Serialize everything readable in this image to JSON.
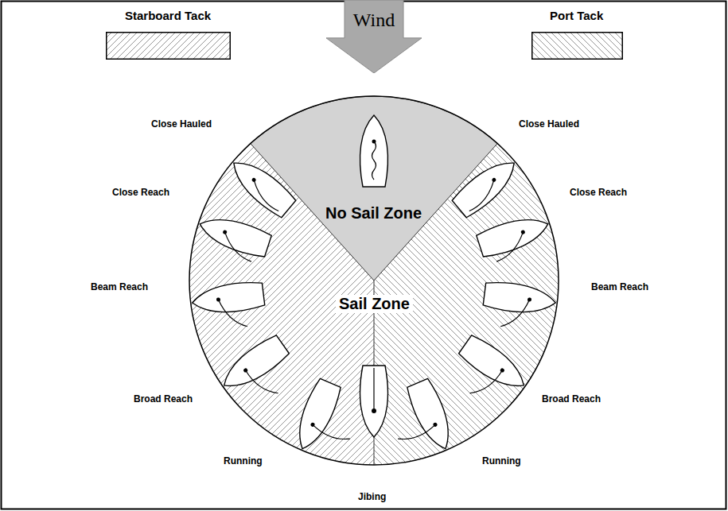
{
  "diagram": {
    "nodes": [
      {
        "text": [
          "Wind"
        ]
      }
    ],
    "labels": [
      "Close Hauled",
      "Close Hauled",
      "Close Reach",
      "Close Reach",
      "Beam Reach",
      "Beam Reach",
      "Broad Reach",
      "Broad Reach",
      "Running",
      "Running",
      "Jibing",
      "No Sail Zone",
      "Sail Zone"
    ],
    "legend": [
      {
        "text": "Starboard Tack"
      },
      {
        "text": "Port Tack"
      }
    ]
  }
}
